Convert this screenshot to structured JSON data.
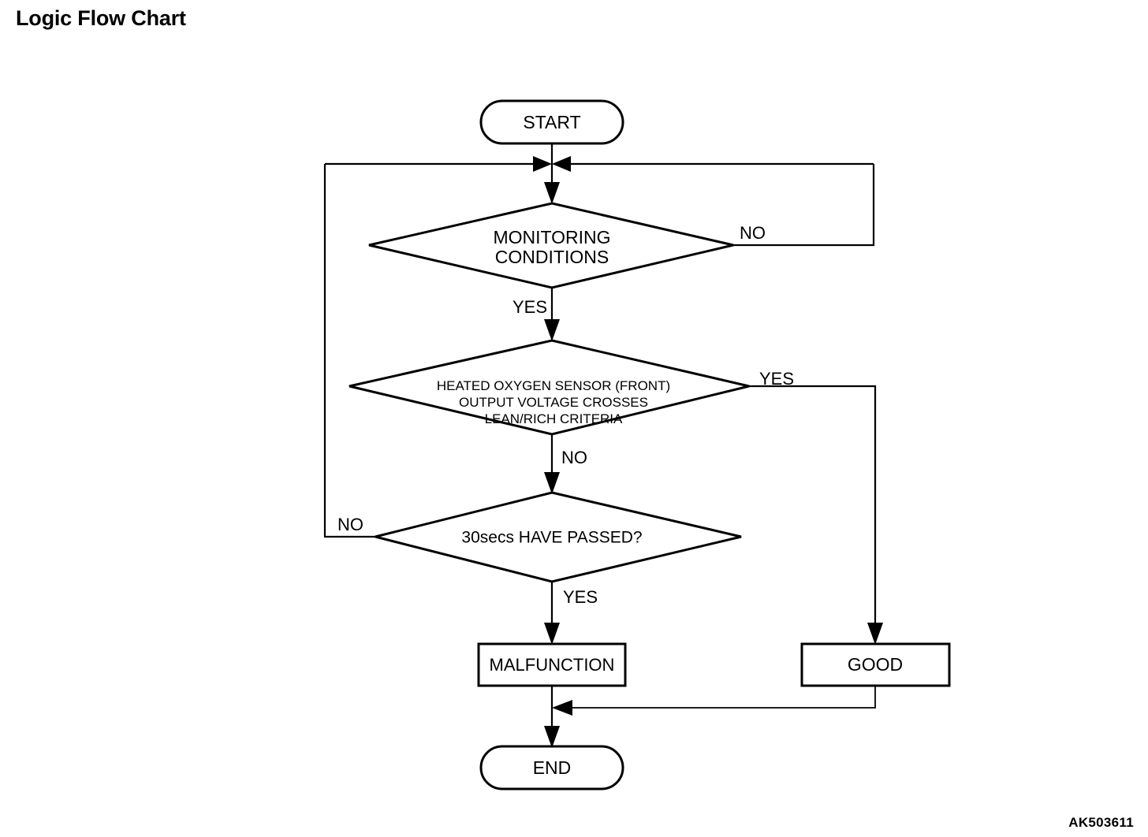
{
  "page": {
    "title": "Logic Flow Chart",
    "figure_id": "AK503611",
    "background_color": "#ffffff",
    "line_color": "#000000"
  },
  "diagram": {
    "type": "flowchart",
    "orientation": "top-to-bottom",
    "nodes": [
      {
        "id": "start",
        "shape": "terminator",
        "label": "START"
      },
      {
        "id": "monitoring",
        "shape": "decision",
        "label_line1": "MONITORING",
        "label_line2": "CONDITIONS"
      },
      {
        "id": "o2sensor",
        "shape": "decision",
        "label_line1": "HEATED OXYGEN SENSOR (FRONT)",
        "label_line2": "OUTPUT VOLTAGE CROSSES",
        "label_line3": "LEAN/RICH CRITERIA"
      },
      {
        "id": "timer",
        "shape": "decision",
        "label": "30secs HAVE PASSED?"
      },
      {
        "id": "malfunction",
        "shape": "process",
        "label": "MALFUNCTION"
      },
      {
        "id": "good",
        "shape": "process",
        "label": "GOOD"
      },
      {
        "id": "end",
        "shape": "terminator",
        "label": "END"
      }
    ],
    "edges": [
      {
        "from": "start",
        "to": "monitoring",
        "label": ""
      },
      {
        "from": "monitoring",
        "to": "monitoring",
        "label": "NO",
        "route": "right-loop-back-to-top"
      },
      {
        "from": "monitoring",
        "to": "o2sensor",
        "label": "YES",
        "route": "down"
      },
      {
        "from": "o2sensor",
        "to": "good",
        "label": "YES",
        "route": "right-then-down"
      },
      {
        "from": "o2sensor",
        "to": "timer",
        "label": "NO",
        "route": "down"
      },
      {
        "from": "timer",
        "to": "monitoring",
        "label": "NO",
        "route": "left-loop-back-to-top"
      },
      {
        "from": "timer",
        "to": "malfunction",
        "label": "YES",
        "route": "down"
      },
      {
        "from": "malfunction",
        "to": "end",
        "label": "",
        "route": "down"
      },
      {
        "from": "good",
        "to": "end",
        "label": "",
        "route": "down-then-left"
      }
    ],
    "edge_labels": {
      "monitoring_no": "NO",
      "monitoring_yes": "YES",
      "o2sensor_yes": "YES",
      "o2sensor_no": "NO",
      "timer_no": "NO",
      "timer_yes": "YES"
    }
  }
}
